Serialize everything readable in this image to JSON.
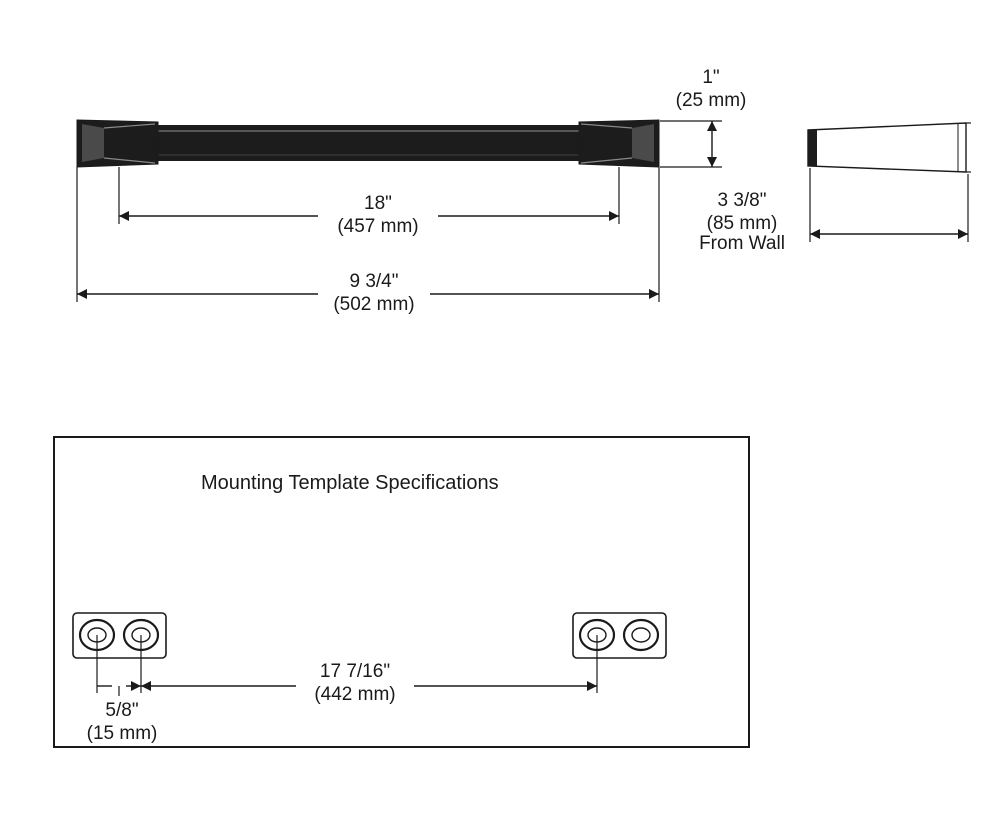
{
  "front_view": {
    "height_dim": {
      "line1": "1\"",
      "line2": "(25 mm)"
    },
    "center_dim": {
      "line1": "18\"",
      "line2": "(457 mm)"
    },
    "overall_dim": {
      "line1": "9 3/4\"",
      "line2": "(502 mm)"
    }
  },
  "side_view": {
    "projection_dim": {
      "line1": "3 3/8\"",
      "line2": "(85 mm)",
      "line3": "From Wall"
    }
  },
  "template": {
    "title": "Mounting Template Specifications",
    "hole_spacing_dim": {
      "line1": "5/8\"",
      "line2": "(15 mm)"
    },
    "mount_spacing_dim": {
      "line1": "17 7/16\"",
      "line2": "(442 mm)"
    }
  },
  "colors": {
    "line": "#1a1a1a",
    "bar_dark": "#1c1c1c",
    "background": "#ffffff"
  }
}
